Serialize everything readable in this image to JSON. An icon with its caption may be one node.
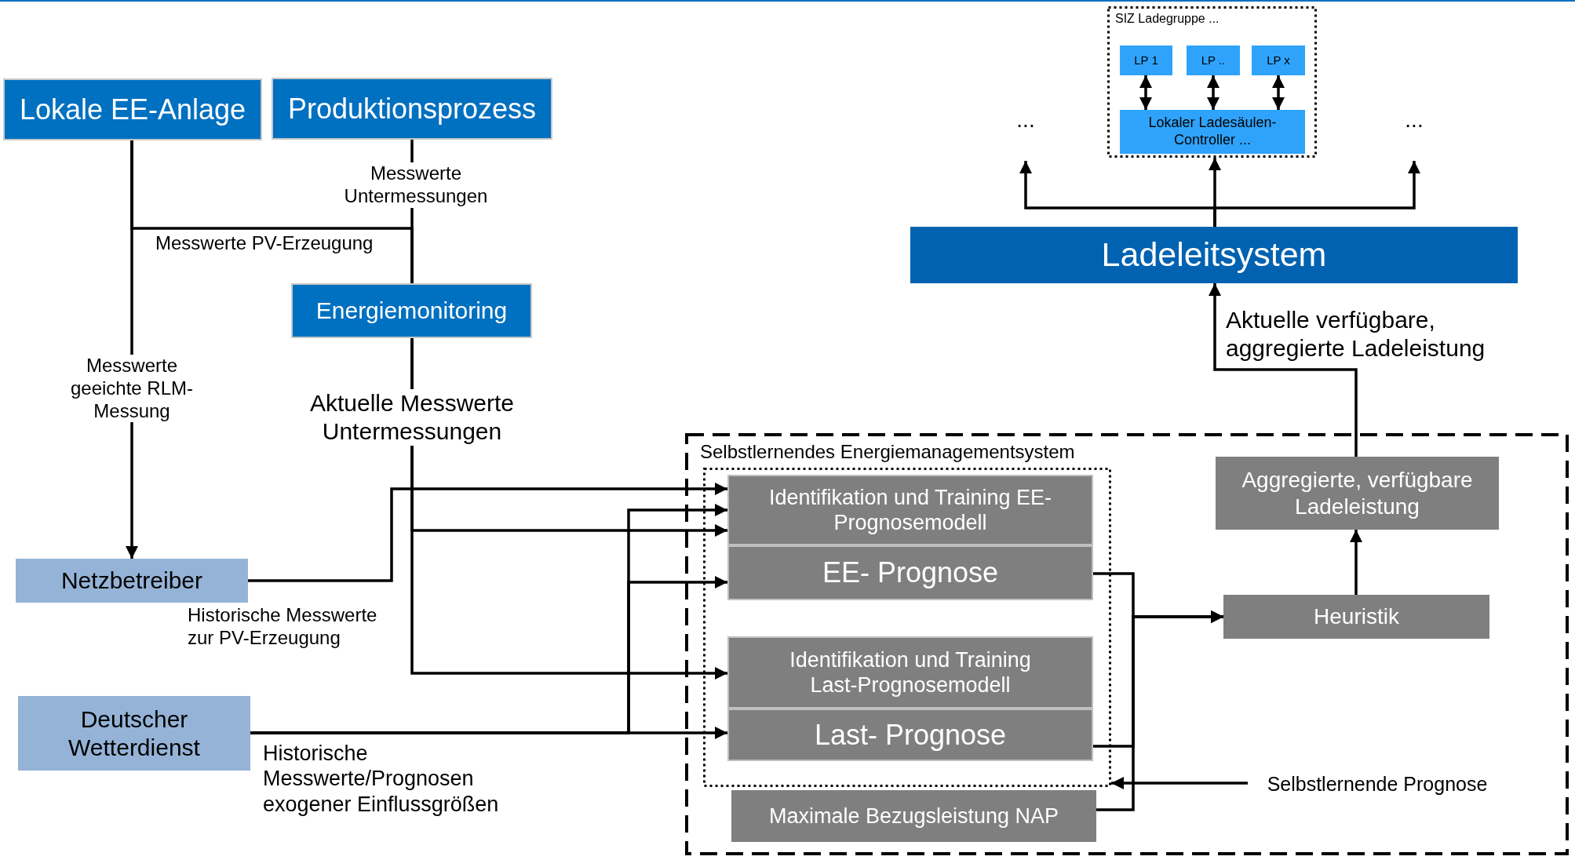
{
  "diagram": {
    "nodes": [
      {
        "text": [
          "Lokale EE-Anlage"
        ]
      },
      {
        "text": [
          "Produktionsprozess"
        ]
      },
      {
        "text": [
          "Energiemonitoring"
        ]
      },
      {
        "text": [
          "Netzbetreiber"
        ]
      },
      {
        "text": [
          "Deutscher Wetterdienst"
        ]
      },
      {
        "text": [
          "Selbstlernendes Energiemanagementsystem"
        ]
      },
      {
        "text": [],
        "shape": "box",
        "in": 5
      },
      {
        "text": [
          "Identifikation und Training EE-Prognosemodell"
        ],
        "in": 6
      },
      {
        "text": [
          "EE- Prognose"
        ],
        "in": 6
      },
      {
        "text": [
          "Identifikation und Training Last-Prognosemodell"
        ],
        "in": 6
      },
      {
        "text": [
          "Last- Prognose"
        ],
        "in": 6
      },
      {
        "text": [
          "Maximale Bezugsleistung NAP"
        ],
        "in": 5
      },
      {
        "text": [
          "Heuristik"
        ],
        "in": 5
      },
      {
        "text": [
          "Aggregierte, verfügbare Ladeleistung"
        ],
        "in": 5
      },
      {
        "text": [
          "Ladeleitsystem"
        ]
      },
      {
        "text": [
          "SIZ Ladegruppe ..."
        ]
      },
      {
        "text": [
          "LP 1"
        ],
        "in": 15
      },
      {
        "text": [
          "LP .."
        ],
        "in": 15
      },
      {
        "text": [
          "LP x"
        ],
        "in": 15
      },
      {
        "text": [
          "Lokaler Ladesäulen-Controller ..."
        ],
        "in": 15
      },
      {
        "text": [
          "..."
        ]
      },
      {
        "text": [
          "..."
        ]
      },
      {
        "text": [
          "Selbstlernende Prognose"
        ],
        "in": 5
      }
    ],
    "edges": [
      {
        "from": 0,
        "to": 3,
        "arrow": "to",
        "label": "Messwerte geeichte RLM-Messung"
      },
      {
        "from": 1,
        "to": 2,
        "arrow": "none",
        "label": "Messwerte Untermessungen"
      },
      {
        "from": 0,
        "to": 2,
        "arrow": "none",
        "label": "Messwerte PV-Erzeugung"
      },
      {
        "from": 2,
        "to": 7,
        "arrow": "to",
        "label": "Aktuelle Messwerte Untermessungen"
      },
      {
        "from": 2,
        "to": 9,
        "arrow": "to"
      },
      {
        "from": 3,
        "to": 7,
        "arrow": "to",
        "label": "Historische Messwerte zur PV-Erzeugung"
      },
      {
        "from": 4,
        "to": 7,
        "arrow": "to"
      },
      {
        "from": 4,
        "to": 8,
        "arrow": "to"
      },
      {
        "from": 4,
        "to": 10,
        "arrow": "to",
        "label": "Historische Messwerte/Prognosen exogener Einflussgrößen"
      },
      {
        "from": 8,
        "to": 12,
        "arrow": "to"
      },
      {
        "from": 10,
        "to": 12,
        "arrow": "to"
      },
      {
        "from": 11,
        "to": 12,
        "arrow": "to"
      },
      {
        "from": 12,
        "to": 13,
        "arrow": "to"
      },
      {
        "from": 13,
        "to": 14,
        "arrow": "to",
        "label": "Aktuelle verfügbare, aggregierte Ladeleistung"
      },
      {
        "from": 14,
        "to": 20,
        "arrow": "to"
      },
      {
        "from": 14,
        "to": 15,
        "arrow": "to"
      },
      {
        "from": 14,
        "to": 21,
        "arrow": "to"
      },
      {
        "from": 16,
        "to": 19,
        "arrow": "both"
      },
      {
        "from": 17,
        "to": 19,
        "arrow": "both"
      },
      {
        "from": 18,
        "to": 19,
        "arrow": "both"
      },
      {
        "from": 22,
        "to": 6,
        "arrow": "to"
      }
    ]
  }
}
